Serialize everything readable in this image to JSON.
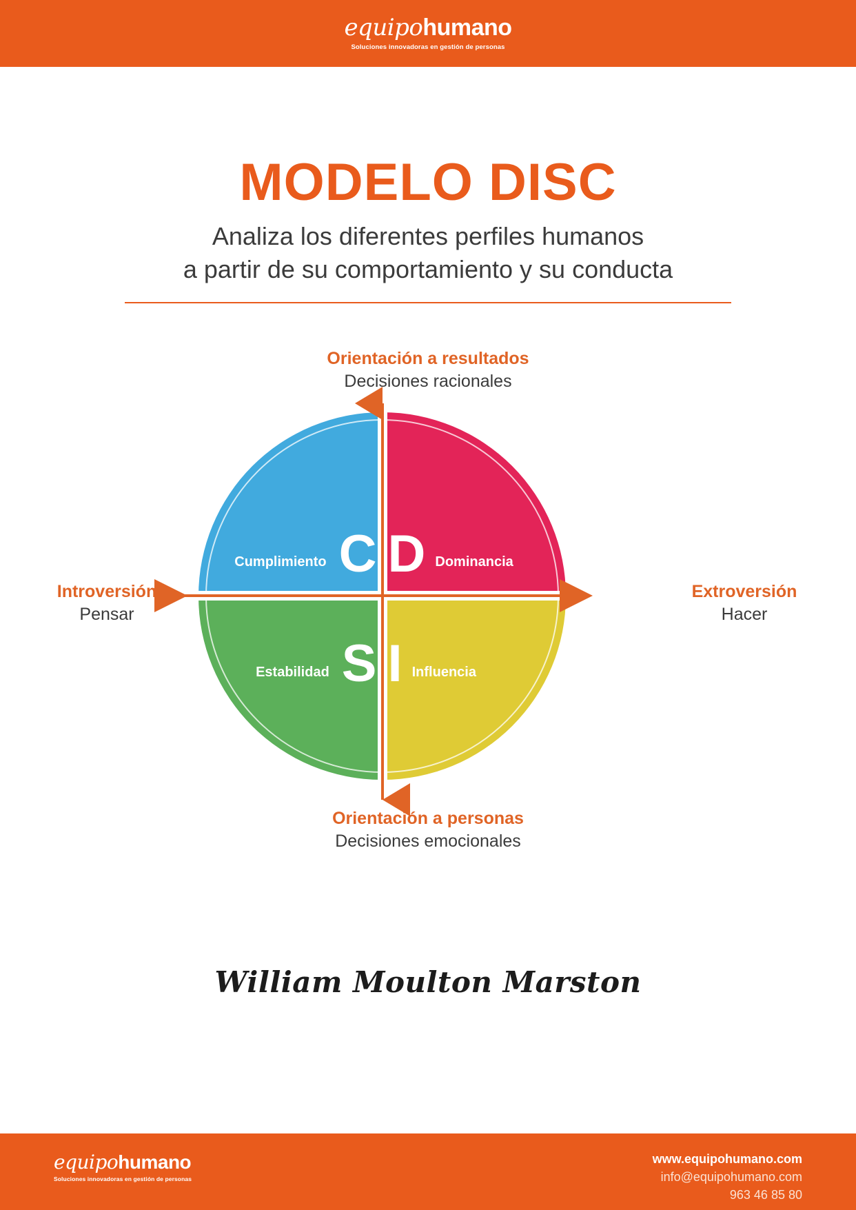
{
  "header": {
    "logo_light": "equipo",
    "logo_bold": "humano",
    "tagline": "Soluciones innovadoras en gestión de personas"
  },
  "title": {
    "main": "MODELO DISC",
    "subtitle_line1": "Analiza los diferentes perfiles humanos",
    "subtitle_line2": "a partir de su comportamiento y su conducta"
  },
  "diagram": {
    "axes": {
      "top": {
        "title": "Orientación a resultados",
        "subtitle": "Decisiones racionales"
      },
      "bottom": {
        "title": "Orientación a personas",
        "subtitle": "Decisiones emocionales"
      },
      "left": {
        "title": "Introversión",
        "subtitle": "Pensar"
      },
      "right": {
        "title": "Extroversión",
        "subtitle": "Hacer"
      }
    },
    "quadrants": [
      {
        "key": "C",
        "letter": "C",
        "label": "Cumplimiento",
        "color": "#41AADE",
        "position": "top-left"
      },
      {
        "key": "D",
        "letter": "D",
        "label": "Dominancia",
        "color": "#E32458",
        "position": "top-right"
      },
      {
        "key": "S",
        "letter": "S",
        "label": "Estabilidad",
        "color": "#5CB05A",
        "position": "bottom-left"
      },
      {
        "key": "I",
        "letter": "I",
        "label": "Influencia",
        "color": "#DFCB35",
        "position": "bottom-right"
      }
    ],
    "axis_color": "#E06426"
  },
  "signature": "William Moulton Marston",
  "footer": {
    "logo_light": "equipo",
    "logo_bold": "humano",
    "tagline": "Soluciones innovadoras en gestión de personas",
    "website": "www.equipohumano.com",
    "email": "info@equipohumano.com",
    "phone": "963 46 85 80"
  },
  "colors": {
    "brand_orange": "#E95B1C",
    "accent_orange": "#E06426",
    "blue": "#41AADE",
    "crimson": "#E32458",
    "green": "#5CB05A",
    "yellow": "#DFCB35"
  }
}
